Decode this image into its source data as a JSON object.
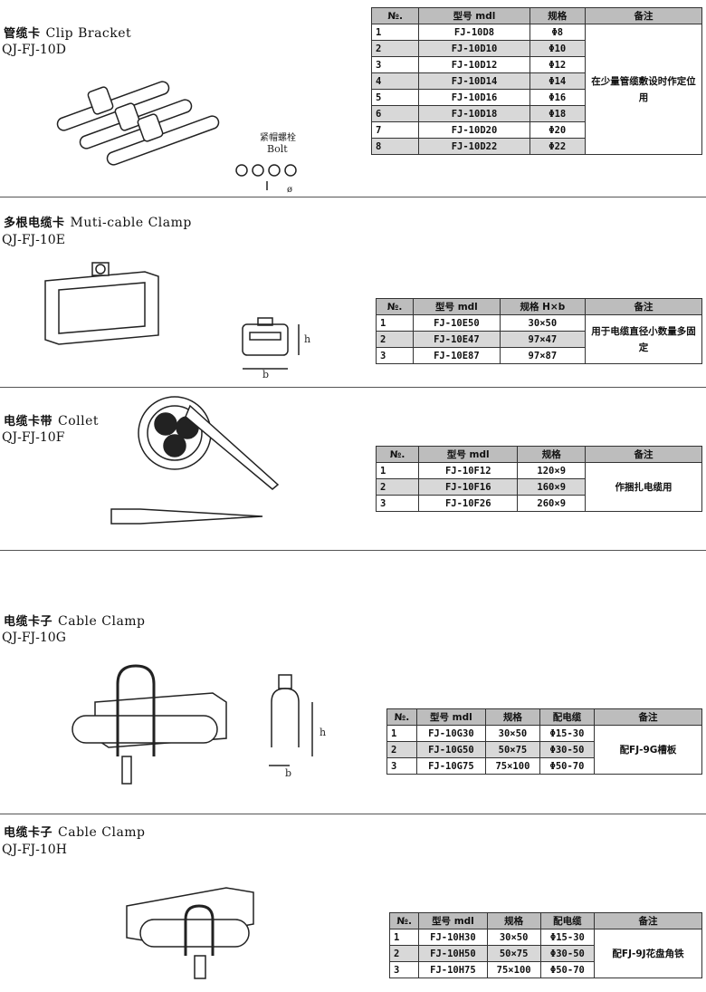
{
  "sections": [
    {
      "title_cn": "管缆卡",
      "title_en": "Clip Bracket",
      "code": "QJ-FJ-10D",
      "labels": [
        "紧帽螺栓",
        "Bolt",
        "ø"
      ],
      "headers": [
        "№.",
        "型号 mdl",
        "规格",
        "备注"
      ],
      "rows": [
        [
          "1",
          "FJ-10D8",
          "Φ8"
        ],
        [
          "2",
          "FJ-10D10",
          "Φ10"
        ],
        [
          "3",
          "FJ-10D12",
          "Φ12"
        ],
        [
          "4",
          "FJ-10D14",
          "Φ14"
        ],
        [
          "5",
          "FJ-10D16",
          "Φ16"
        ],
        [
          "6",
          "FJ-10D18",
          "Φ18"
        ],
        [
          "7",
          "FJ-10D20",
          "Φ20"
        ],
        [
          "8",
          "FJ-10D22",
          "Φ22"
        ]
      ],
      "note": "在少量管缆敷设时作定位用"
    },
    {
      "title_cn": "多根电缆卡",
      "title_en": "Muti-cable Clamp",
      "code": "QJ-FJ-10E",
      "labels": [
        "h",
        "b"
      ],
      "headers": [
        "№.",
        "型号 mdl",
        "规格 H×b",
        "备注"
      ],
      "rows": [
        [
          "1",
          "FJ-10E50",
          "30×50"
        ],
        [
          "2",
          "FJ-10E47",
          "97×47"
        ],
        [
          "3",
          "FJ-10E87",
          "97×87"
        ]
      ],
      "note": "用于电缆直径小数量多固定"
    },
    {
      "title_cn": "电缆卡带",
      "title_en": "Collet",
      "code": "QJ-FJ-10F",
      "headers": [
        "№.",
        "型号 mdl",
        "规格",
        "备注"
      ],
      "rows": [
        [
          "1",
          "FJ-10F12",
          "120×9"
        ],
        [
          "2",
          "FJ-10F16",
          "160×9"
        ],
        [
          "3",
          "FJ-10F26",
          "260×9"
        ]
      ],
      "note": "作捆扎电缆用"
    },
    {
      "title_cn": "电缆卡子",
      "title_en": "Cable Clamp",
      "code": "QJ-FJ-10G",
      "labels": [
        "h",
        "b"
      ],
      "headers": [
        "№.",
        "型号 mdl",
        "规格",
        "配电缆",
        "备注"
      ],
      "rows": [
        [
          "1",
          "FJ-10G30",
          "30×50",
          "Φ15-30"
        ],
        [
          "2",
          "FJ-10G50",
          "50×75",
          "Φ30-50"
        ],
        [
          "3",
          "FJ-10G75",
          "75×100",
          "Φ50-70"
        ]
      ],
      "note": "配FJ-9G槽板"
    },
    {
      "title_cn": "电缆卡子",
      "title_en": "Cable Clamp",
      "code": "QJ-FJ-10H",
      "headers": [
        "№.",
        "型号 mdl",
        "规格",
        "配电缆",
        "备注"
      ],
      "rows": [
        [
          "1",
          "FJ-10H30",
          "30×50",
          "Φ15-30"
        ],
        [
          "2",
          "FJ-10H50",
          "50×75",
          "Φ30-50"
        ],
        [
          "3",
          "FJ-10H75",
          "75×100",
          "Φ50-70"
        ]
      ],
      "note": "配FJ-9J花盘角铁"
    }
  ]
}
